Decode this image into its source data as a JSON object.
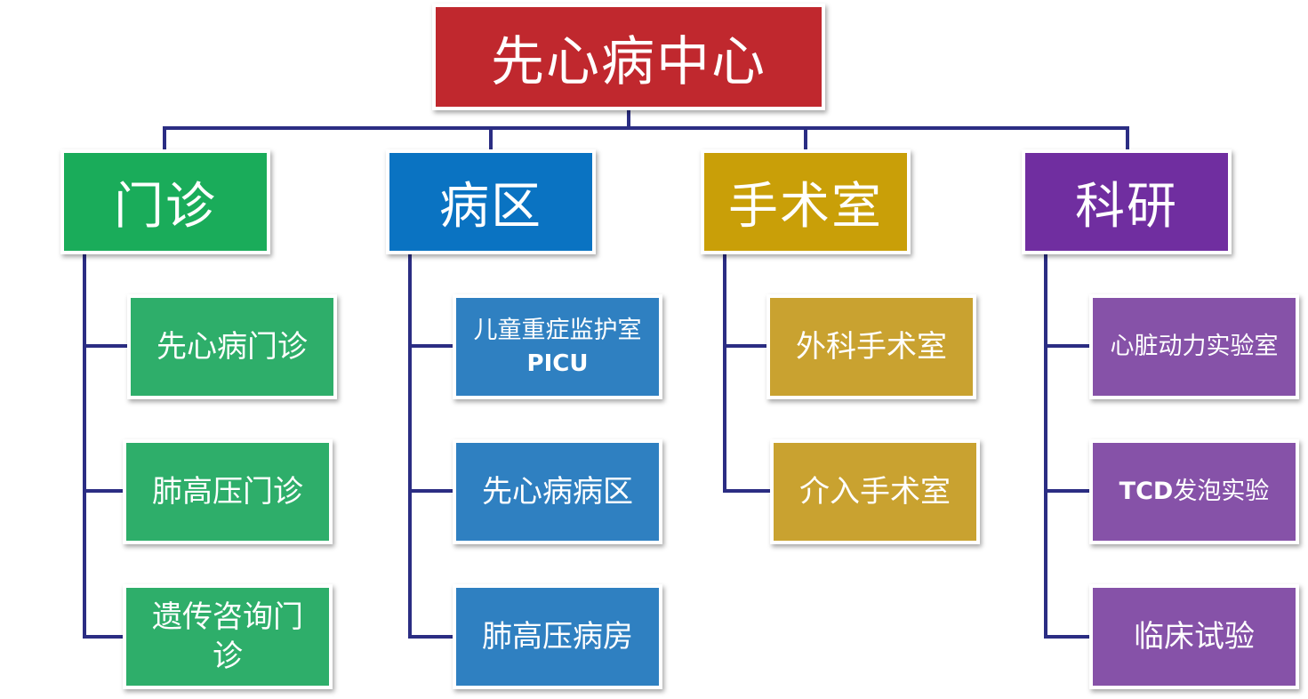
{
  "root": {
    "label": "先心病中心",
    "color": "#c0282e"
  },
  "departments": [
    {
      "label": "门诊",
      "color": "#1aac5a",
      "child_color": "#2eae6a",
      "children": [
        "先心病门诊",
        "肺高压门诊",
        "遗传咨询门诊"
      ]
    },
    {
      "label": "病区",
      "color": "#0a73c2",
      "child_color": "#2f80c1",
      "children": [
        {
          "label": "儿童重症监护室",
          "sub": "PICU"
        },
        "先心病病区",
        "肺高压病房"
      ]
    },
    {
      "label": "手术室",
      "color": "#c99f08",
      "child_color": "#c9a230",
      "children": [
        "外科手术室",
        "介入手术室"
      ]
    },
    {
      "label": "科研",
      "color": "#702ea0",
      "child_color": "#8652a8",
      "children": [
        "心脏动力实验室",
        {
          "latin": "TCD",
          "label": "发泡实验"
        },
        "临床试验"
      ]
    }
  ],
  "line_color": "#2b2d83"
}
